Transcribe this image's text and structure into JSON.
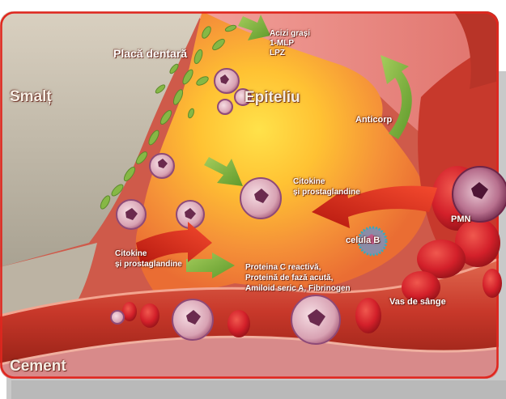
{
  "labels": {
    "smalt": "Smalț",
    "placa_dentara": "Placă dentară",
    "acizi_grasi": "Acizi grași",
    "mlp": "1-MLP",
    "lpz": "LPZ",
    "epiteliu": "Epiteliu",
    "anticorp": "Anticorp",
    "citokine_right_1": "Citokine",
    "citokine_right_2": "și prostaglandine",
    "citokine_left_1": "Citokine",
    "citokine_left_2": "și prostaglandine",
    "celula_b": "celula B",
    "pmn": "PMN",
    "proteine_1": "Proteina C reactivă,",
    "proteine_2": "Proteină de fază acută,",
    "proteine_3": "Amiloid seric A, Fibrinogen",
    "vas": "Vas de sânge",
    "cement": "Cement"
  },
  "colors": {
    "frame_border": "#d9362e",
    "tissue": "#f08a3a",
    "tissue_core": "#ffd43a",
    "enamel": "#c8bca9",
    "blood_vessel": "#c93a2c",
    "red_cell": "#d8232a",
    "bacteria": "#7fb23d",
    "arrow_green": "#7fb23d",
    "arrow_red": "#d62a1e",
    "cell_purple": "#8e4a78"
  }
}
